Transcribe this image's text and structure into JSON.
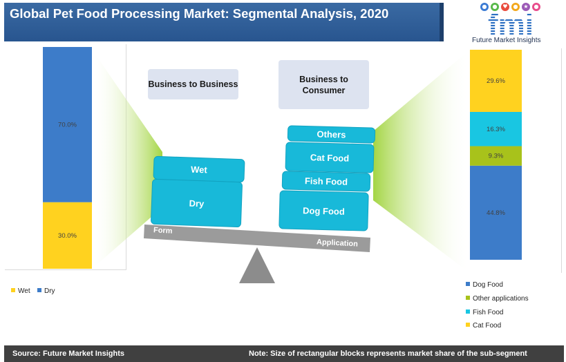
{
  "title": "Global Pet Food Processing  Market: Segmental Analysis, 2020",
  "logo": {
    "brand": "fmi",
    "subtitle": "Future Market Insights",
    "icons": [
      "paw-icon",
      "leaf-icon",
      "heart-icon",
      "drop-icon",
      "star-icon",
      "person-icon"
    ]
  },
  "categories": {
    "b2b": "Business to Business",
    "b2c": "Business to Consumer"
  },
  "form_blocks": {
    "wet": "Wet",
    "dry": "Dry"
  },
  "application_blocks": {
    "others": "Others",
    "cat": "Cat Food",
    "fish": "Fish Food",
    "dog": "Dog Food"
  },
  "seesaw": {
    "left_label": "Form",
    "right_label": "Application"
  },
  "chart_data": [
    {
      "type": "bar",
      "stacked": true,
      "categories": [
        ""
      ],
      "series": [
        {
          "name": "Wet",
          "values": [
            30.0
          ],
          "label": "30.0%",
          "color": "#ffd21f"
        },
        {
          "name": "Dry",
          "values": [
            70.0
          ],
          "label": "70.0%",
          "color": "#3d7cc9"
        }
      ],
      "ylim": [
        0,
        100
      ],
      "legend": "bottom"
    },
    {
      "type": "bar",
      "stacked": true,
      "categories": [
        ""
      ],
      "series": [
        {
          "name": "Dog Food",
          "values": [
            44.8
          ],
          "label": "44.8%",
          "color": "#3d7cc9"
        },
        {
          "name": "Other applications",
          "values": [
            9.3
          ],
          "label": "9.3%",
          "color": "#a8c21b"
        },
        {
          "name": "Fish Food",
          "values": [
            16.3
          ],
          "label": "16.3%",
          "color": "#19c6e2"
        },
        {
          "name": "Cat Food",
          "values": [
            29.6
          ],
          "label": "29.6%",
          "color": "#ffd21f"
        }
      ],
      "ylim": [
        0,
        100
      ],
      "legend": "bottom"
    }
  ],
  "footer": {
    "source": "Source: Future Market Insights",
    "note": "Note: Size of rectangular blocks represents market share of the sub-segment"
  }
}
